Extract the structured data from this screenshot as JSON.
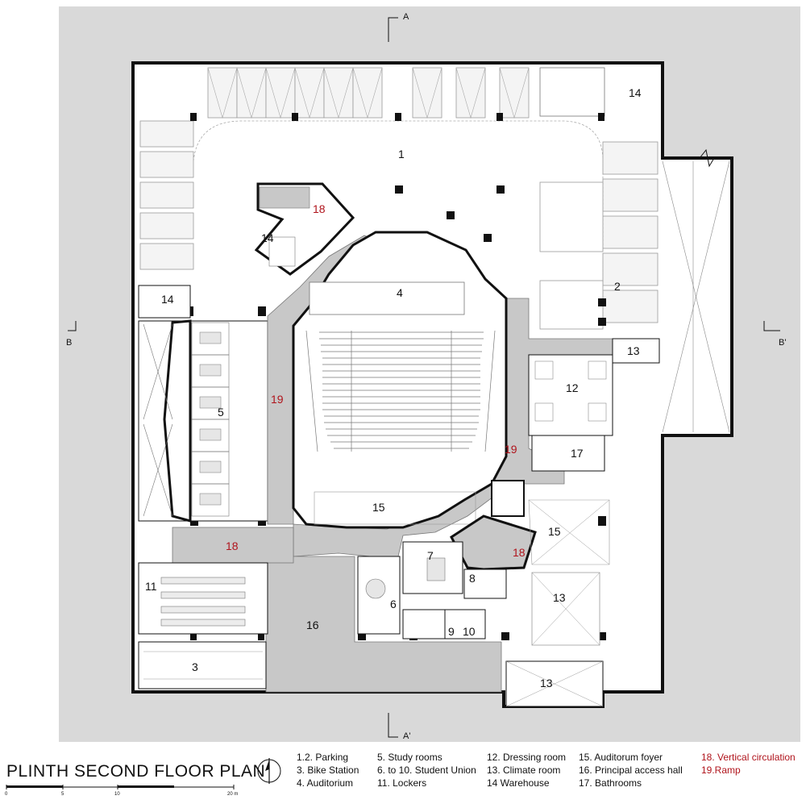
{
  "title": "PLINTH SECOND FLOOR PLAN",
  "scale_bar": {
    "ticks": [
      "0",
      "5",
      "10",
      "20 m"
    ]
  },
  "section_marks": {
    "a_top": "A",
    "a_bottom": "A'",
    "b_left": "B",
    "b_right": "B'"
  },
  "room_labels": {
    "r1": "1",
    "r2": "2",
    "r3": "3",
    "r4": "4",
    "r5": "5",
    "r6": "6",
    "r7": "7",
    "r8": "8",
    "r9": "9",
    "r10": "10",
    "r11": "11",
    "r12": "12",
    "r13a": "13",
    "r13b": "13",
    "r13c": "13",
    "r14a": "14",
    "r14b": "14",
    "r14c": "14",
    "r15a": "15",
    "r15b": "15",
    "r16": "16",
    "r17": "17",
    "r18a": "18",
    "r18b": "18",
    "r18c": "18",
    "r19a": "19",
    "r19b": "19"
  },
  "legend": {
    "col1": [
      "1.2. Parking",
      "3. Bike Station",
      "4. Auditorium"
    ],
    "col2": [
      "5. Study rooms",
      "6. to 10. Student Union",
      "11. Lockers"
    ],
    "col3": [
      "12. Dressing room",
      "13. Climate room",
      "14 Warehouse"
    ],
    "col4": [
      "15. Auditorum foyer",
      "16. Principal access hall",
      "17. Bathrooms"
    ],
    "col5": [
      "18. Vertical circulation",
      "19.Ramp"
    ]
  },
  "colors": {
    "site": "#d9d9d9",
    "ramp": "#c8c8c8",
    "wall": "#111111",
    "accent_red": "#b0141c"
  }
}
